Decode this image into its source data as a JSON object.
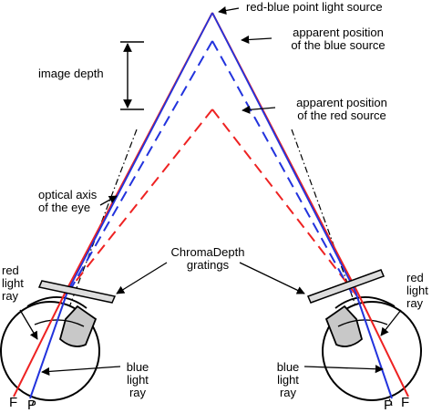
{
  "labels": {
    "source": "red-blue point light source",
    "blue_apparent_line1": "apparent position",
    "blue_apparent_line2": "of the blue source",
    "red_apparent_line1": "apparent position",
    "red_apparent_line2": "of the red source",
    "image_depth": "image depth",
    "optical_axis_line1": "optical axis",
    "optical_axis_line2": "of the eye",
    "gratings_line1": "ChromaDepth",
    "gratings_line2": "gratings",
    "red_ray_line1": "red",
    "red_ray_line2": "light",
    "red_ray_line3": "ray",
    "blue_ray_line1": "blue",
    "blue_ray_line2": "light",
    "blue_ray_line3": "ray",
    "focus_red": "F",
    "focus_blue": "P"
  },
  "colors": {
    "red": "#ee2222",
    "blue": "#2233dd",
    "lens_fill": "#cccccc",
    "line": "#000000"
  }
}
